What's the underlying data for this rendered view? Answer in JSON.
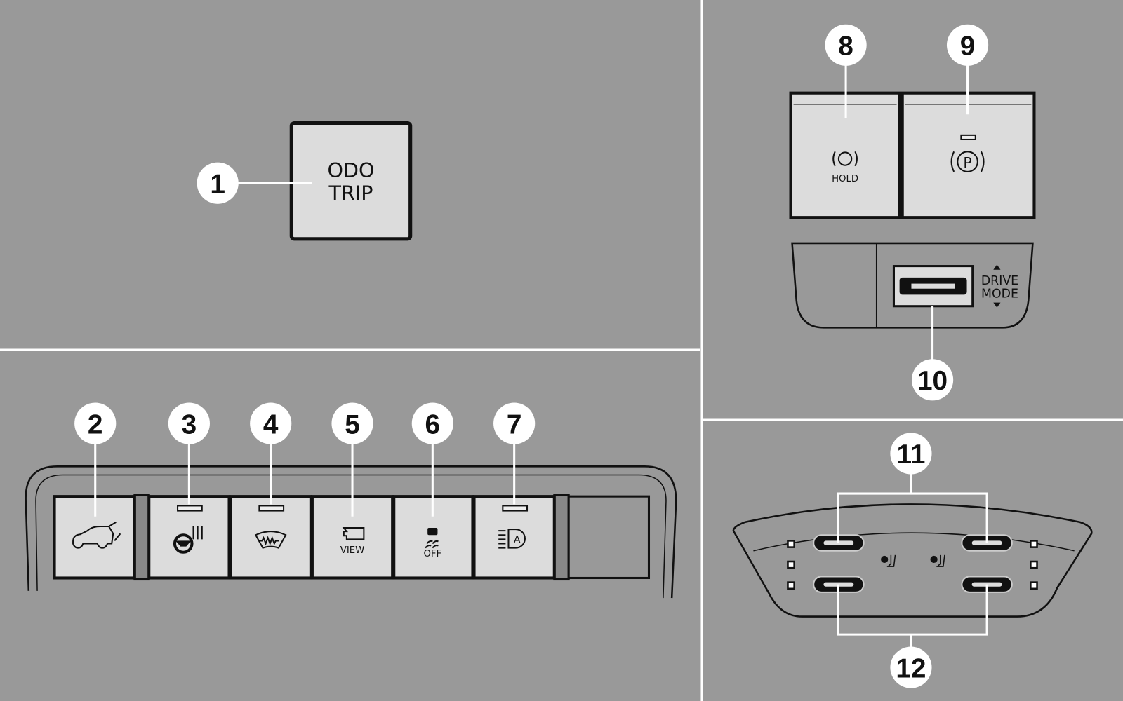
{
  "callouts": {
    "c1": "1",
    "c2": "2",
    "c3": "3",
    "c4": "4",
    "c5": "5",
    "c6": "6",
    "c7": "7",
    "c8": "8",
    "c9": "9",
    "c10": "10",
    "c11": "11",
    "c12": "12"
  },
  "buttons": {
    "odo_line1": "ODO",
    "odo_line2": "TRIP",
    "view": "VIEW",
    "esc_off": "OFF",
    "hold": "HOLD",
    "drive_mode_line1": "DRIVE",
    "drive_mode_line2": "MODE"
  },
  "icons": [
    "tailgate-icon",
    "heated-steering-icon",
    "windshield-defrost-icon",
    "camera-view-icon",
    "traction-control-off-icon",
    "auto-headlight-icon",
    "auto-hold-icon",
    "parking-brake-icon",
    "drive-mode-icon",
    "usb-c-port-icon",
    "seat-ventilation-icon"
  ],
  "colors": {
    "background": "#999999",
    "button": "#dcdcdc",
    "outline": "#111111",
    "callout": "#ffffff"
  }
}
